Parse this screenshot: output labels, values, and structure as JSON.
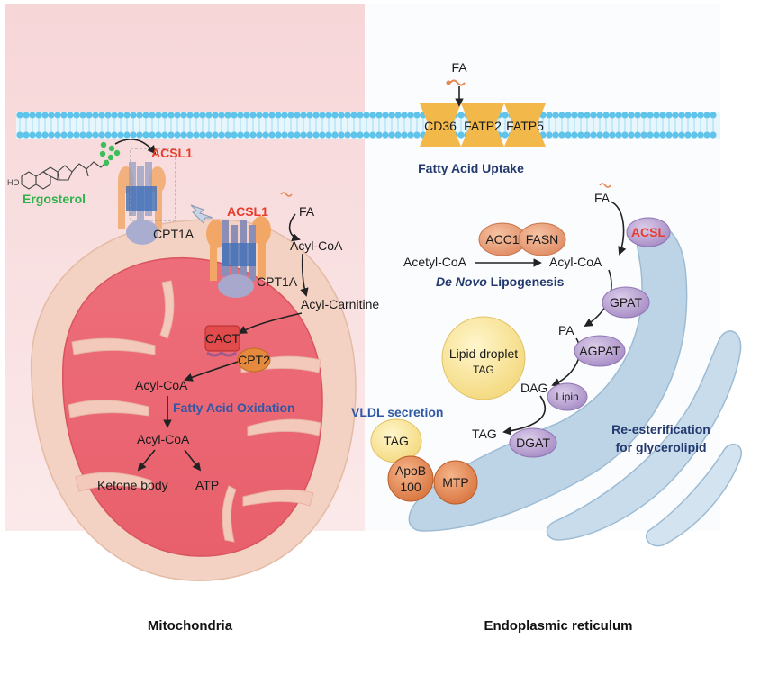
{
  "membrane": {
    "transporters": [
      "CD36",
      "FATP2",
      "FATP5"
    ],
    "input": "FA",
    "process": "Fatty Acid Uptake"
  },
  "left": {
    "ergosterol": "Ergosterol",
    "acsl1_top": "ACSL1",
    "acsl1_mid": "ACSL1",
    "cpt1a_left": "CPT1A",
    "cpt1a_right": "CPT1A",
    "fa": "FA",
    "acyl_coa_top": "Acyl-CoA",
    "acyl_carnitine": "Acyl-Carnitine",
    "cact": "CACT",
    "cpt2": "CPT2",
    "acyl_coa_inner1": "Acyl-CoA",
    "fao": "Fatty Acid Oxidation",
    "acyl_coa_inner2": "Acyl-CoA",
    "ketone": "Ketone body",
    "atp": "ATP",
    "caption": "Mitochondria"
  },
  "right": {
    "fa": "FA",
    "acsl": "ACSL",
    "acc1": "ACC1",
    "fasn": "FASN",
    "acetyl_coa": "Acetyl-CoA",
    "acyl_coa": "Acyl-CoA",
    "dnl_italic": "De Novo",
    "dnl_rest": " Lipogenesis",
    "gpat": "GPAT",
    "pa": "PA",
    "agpat": "AGPAT",
    "lipid_droplet": "Lipid droplet",
    "lipid_tag": "TAG",
    "dag": "DAG",
    "lipin": "Lipin",
    "vldl": "VLDL secretion",
    "tag": "TAG",
    "tag_vldl": "TAG",
    "dgat": "DGAT",
    "reest1": "Re-esterification",
    "reest2": "for glycerolipid",
    "apob1": "ApoB",
    "apob2": "100",
    "mtp": "MTP",
    "caption": "Endoplasmic reticulum"
  }
}
